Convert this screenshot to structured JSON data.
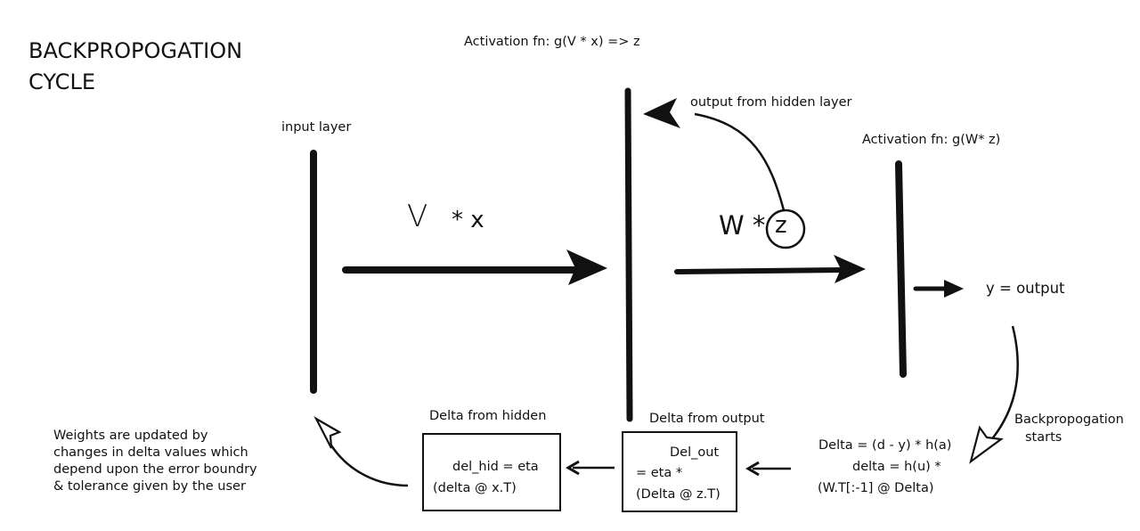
{
  "title": "BACKPROPOGATION CYCLE",
  "labels": {
    "activation_hidden": "Activation fn: g(V * x) => z",
    "input_layer": "input layer",
    "output_from_hidden": "output from hidden layer",
    "activation_output": "Activation fn: g(W* z)",
    "v_times": "V",
    "x_term": "* x",
    "w_times": "W *",
    "z_symbol": "z",
    "y_output": "y = output",
    "backprop_starts_line1": "Backpropogation",
    "backprop_starts_line2": "starts",
    "delta_from_hidden": "Delta from hidden",
    "delta_from_output": "Delta from output",
    "weights_note": [
      "Weights are updated by",
      "changes in  delta values which",
      "depend upon the error boundry",
      "& tolerance given by the user"
    ]
  },
  "delta_formulas": [
    "Delta = (d - y) * h(a)",
    "delta = h(u) *",
    "(W.T[:-1] @ Delta)"
  ],
  "boxes": {
    "del_hid": [
      "del_hid = eta",
      "(delta @ x.T)"
    ],
    "del_out": [
      "Del_out",
      "= eta *",
      "(Delta @ z.T)"
    ]
  }
}
